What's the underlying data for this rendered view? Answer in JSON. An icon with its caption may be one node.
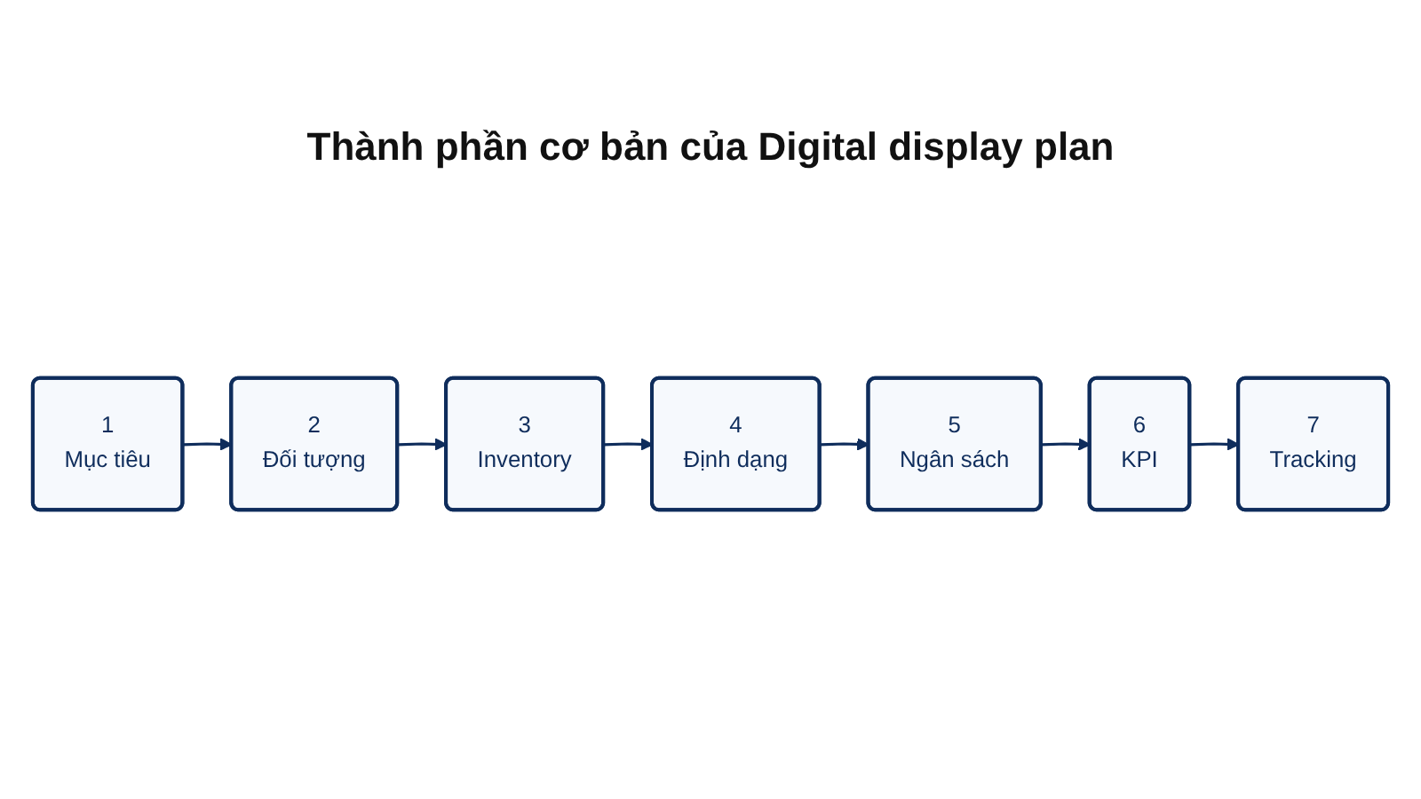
{
  "diagram": {
    "title": "Thành phần cơ bản của Digital display plan",
    "nodes": [
      {
        "text": [
          "1",
          "Mục tiêu"
        ]
      },
      {
        "text": [
          "2",
          "Đối tượng"
        ]
      },
      {
        "text": [
          "3",
          "Inventory"
        ]
      },
      {
        "text": [
          "4",
          "Định dạng"
        ]
      },
      {
        "text": [
          "5",
          "Ngân sách"
        ]
      },
      {
        "text": [
          "6",
          "KPI"
        ]
      },
      {
        "text": [
          "7",
          "Tracking"
        ]
      }
    ],
    "edges": [
      {
        "from": 0,
        "to": 1,
        "arrow": "to"
      },
      {
        "from": 1,
        "to": 2,
        "arrow": "to"
      },
      {
        "from": 2,
        "to": 3,
        "arrow": "to"
      },
      {
        "from": 3,
        "to": 4,
        "arrow": "to"
      },
      {
        "from": 4,
        "to": 5,
        "arrow": "to"
      },
      {
        "from": 5,
        "to": 6,
        "arrow": "to"
      }
    ]
  }
}
